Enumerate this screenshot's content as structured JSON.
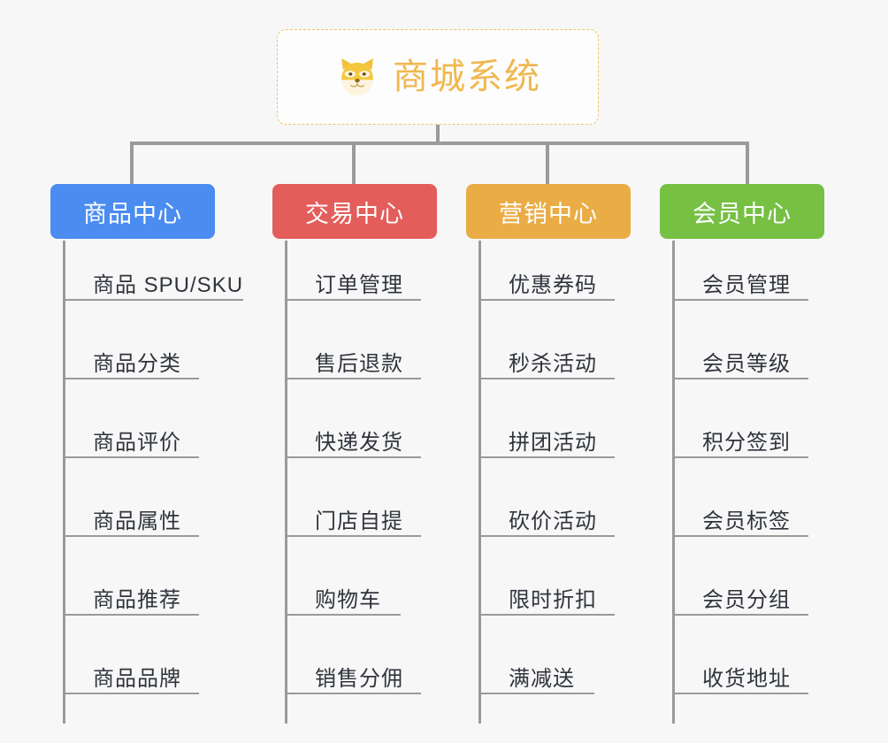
{
  "diagram": {
    "type": "mind-map",
    "background_color": "#f7f7f7",
    "connector_color": "#9a9a9a",
    "root": {
      "title": "商城系统",
      "icon": "shiba-inu-dog-face-icon",
      "text_color": "#f0b850",
      "border_color": "#f0c268",
      "background_color": "#fdfdfd"
    },
    "branches": [
      {
        "label": "商品中心",
        "color": "#4a8cf0",
        "items": [
          "商品 SPU/SKU",
          "商品分类",
          "商品评价",
          "商品属性",
          "商品推荐",
          "商品品牌"
        ]
      },
      {
        "label": "交易中心",
        "color": "#e35d5b",
        "items": [
          "订单管理",
          "售后退款",
          "快递发货",
          "门店自提",
          "购物车",
          "销售分佣"
        ]
      },
      {
        "label": "营销中心",
        "color": "#eaac45",
        "items": [
          "优惠券码",
          "秒杀活动",
          "拼团活动",
          "砍价活动",
          "限时折扣",
          "满减送"
        ]
      },
      {
        "label": "会员中心",
        "color": "#76c044",
        "items": [
          "会员管理",
          "会员等级",
          "积分签到",
          "会员标签",
          "会员分组",
          "收货地址"
        ]
      }
    ]
  }
}
